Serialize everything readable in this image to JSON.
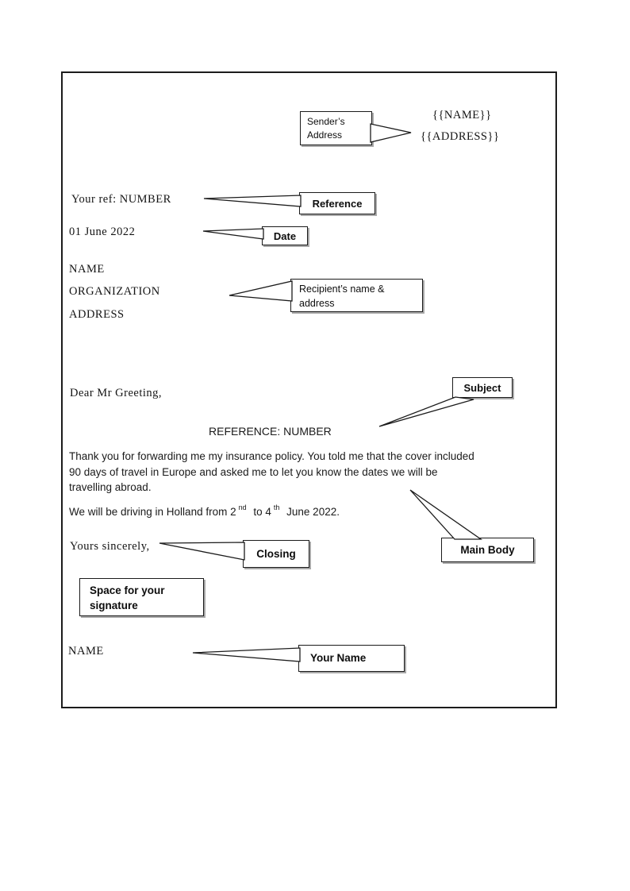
{
  "page": {
    "background": "#ffffff",
    "ink": "#1a1a1a",
    "border_color": "#1c1c1c"
  },
  "letter": {
    "sender_name_placeholder": "{{NAME}}",
    "sender_address_placeholder": "{{ADDRESS}}",
    "reference_line": "Your ref: NUMBER",
    "date_line": "01 June 2022",
    "recipient": {
      "name": "NAME",
      "organization": "ORGANIZATION",
      "address": "ADDRESS"
    },
    "salutation": "Dear Mr Greeting,",
    "subject_line": "REFERENCE: NUMBER",
    "body_paragraph1_lines": [
      "Thank you for forwarding me my insurance policy. You told me that the cover included",
      "90 days of travel in Europe and asked me to let you know the dates we will be",
      "travelling abroad."
    ],
    "body_paragraph2": {
      "text1": "We will be driving in Holland from 2",
      "sup1": "nd",
      "text2": " to 4",
      "sup2": "th",
      "text3": " June 2022."
    },
    "closing_line": "Yours sincerely,",
    "signature_name": "NAME"
  },
  "annotations": {
    "sender_address": {
      "label_lines": [
        "Sender’s",
        "Address"
      ]
    },
    "reference": {
      "label": "Reference"
    },
    "date": {
      "label": "Date"
    },
    "recipient": {
      "label_lines": [
        "Recipient’s name &",
        "address"
      ]
    },
    "subject": {
      "label": "Subject"
    },
    "main_body": {
      "label": "Main Body"
    },
    "closing": {
      "label": "Closing"
    },
    "signature_space": {
      "label_lines": [
        "Space for your",
        "signature"
      ]
    },
    "your_name": {
      "label": "Your Name"
    }
  }
}
